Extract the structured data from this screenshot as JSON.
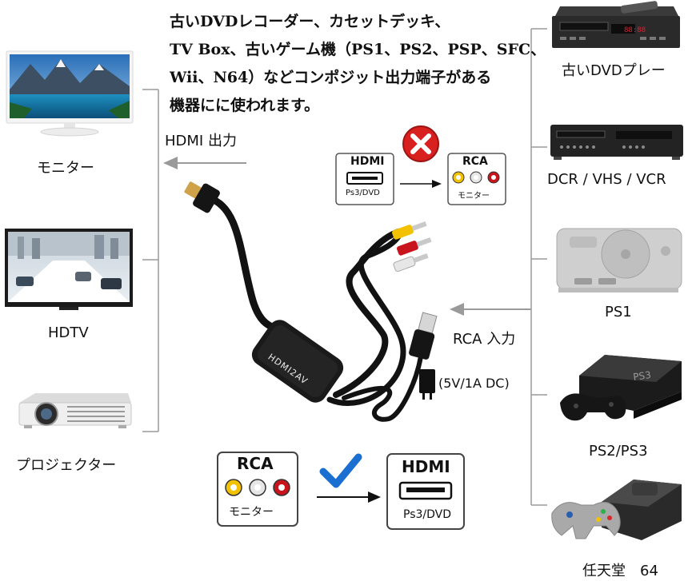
{
  "headline": [
    "古いDVDレコーダー、カセットデッキ、",
    "TV Box、古いゲーム機（PS1、PS2、PSP、SFC、",
    "Wii、N64）などコンポジット出力端子がある",
    "機器にに使われます。"
  ],
  "left_devices": [
    {
      "label": "モニター",
      "icon": "monitor-icon"
    },
    {
      "label": "HDTV",
      "icon": "hdtv-icon"
    },
    {
      "label": "プロジェクター",
      "icon": "projector-icon"
    }
  ],
  "right_devices": [
    {
      "label": "古いDVDプレー",
      "icon": "dvd-player-icon"
    },
    {
      "label": "DCR / VHS / VCR",
      "icon": "vcr-icon"
    },
    {
      "label": "PS1",
      "icon": "ps1-console-icon"
    },
    {
      "label": "PS2/PS3",
      "icon": "ps3-console-icon"
    },
    {
      "label": "任天堂　64",
      "icon": "n64-console-icon"
    }
  ],
  "hdmi_output_label": "HDMI 出力",
  "rca_input_label": "RCA 入力",
  "power_label": "(5V/1A DC)",
  "converter_label": "HDMI2AV",
  "wrong_direction": {
    "from_title": "HDMI",
    "from_sub": "Ps3/DVD",
    "to_title": "RCA",
    "to_sub": "モニター",
    "status_icon": "cross-icon"
  },
  "correct_direction": {
    "from_title": "RCA",
    "from_sub": "モニター",
    "to_title": "HDMI",
    "to_sub": "Ps3/DVD",
    "status_icon": "check-icon"
  },
  "colors": {
    "rca_yellow": "#f2c200",
    "rca_white": "#e6e6e6",
    "rca_red": "#c8141c",
    "cross_red": "#d8201e",
    "check_blue": "#1a6fd0",
    "line_gray": "#9a9a9a"
  }
}
